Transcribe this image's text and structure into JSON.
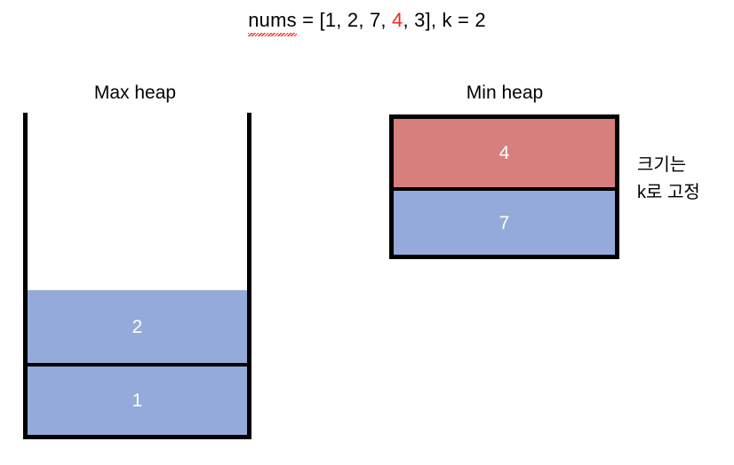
{
  "expression": {
    "variable": "nums",
    "equals": " = [",
    "values_before": "1, 2, 7, ",
    "highlighted_value": "4",
    "values_after": ", 3], ",
    "k_part": "k = 2",
    "highlight_color": "#ef2b22",
    "misspell_underline_color": "#ef2b22"
  },
  "max_heap": {
    "caption": "Max heap",
    "cells": [
      {
        "value": "2",
        "color": "#94aada"
      },
      {
        "value": "1",
        "color": "#94aada"
      }
    ]
  },
  "min_heap": {
    "caption": "Min heap",
    "cells": [
      {
        "value": "4",
        "color": "#d77f7d"
      },
      {
        "value": "7",
        "color": "#94aada"
      }
    ]
  },
  "annotation": {
    "line1": "크기는",
    "line2": "k로 고정"
  },
  "colors": {
    "blue": "#94aada",
    "red": "#d77f7d",
    "border": "#000000",
    "background": "#ffffff",
    "text": "#000000",
    "cell_text": "#ffffff"
  },
  "diagram_data": {
    "type": "diagram",
    "title": "Max heap / Min heap (top-k)",
    "nums": [
      1,
      2,
      7,
      4,
      3
    ],
    "k": 2,
    "current_element": 4,
    "max_heap_contents": [
      2,
      1
    ],
    "min_heap_contents": [
      4,
      7
    ],
    "note": "크기는 k로 고정"
  }
}
